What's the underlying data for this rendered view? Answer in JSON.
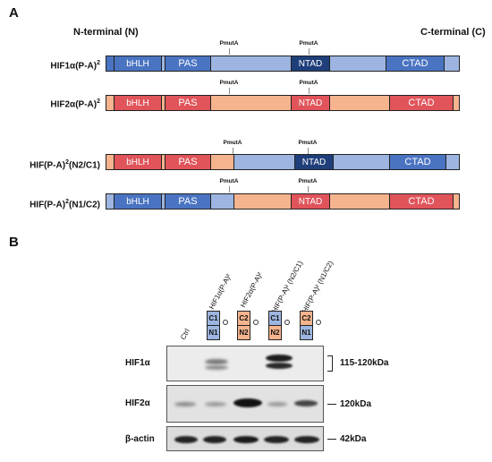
{
  "panel_a": {
    "letter": "A",
    "n_terminal": "N-terminal (N)",
    "c_terminal": "C-terminal (C)",
    "mutation_label": "PmutA",
    "constructs": [
      {
        "label_main": "HIF1α(P-A)",
        "label_sup": "2",
        "label_tail": "",
        "domains": [
          "bHLH",
          "PAS",
          "NTAD",
          "CTAD"
        ]
      },
      {
        "label_main": "HIF2α(P-A)",
        "label_sup": "2",
        "label_tail": "",
        "domains": [
          "bHLH",
          "PAS",
          "NTAD",
          "CTAD"
        ]
      },
      {
        "label_main": "HIF(P-A)",
        "label_sup": "2",
        "label_tail": "(N2/C1)",
        "domains": [
          "bHLH",
          "PAS",
          "NTAD",
          "CTAD"
        ]
      },
      {
        "label_main": "HIF(P-A)",
        "label_sup": "2",
        "label_tail": "(N1/C2)",
        "domains": [
          "bHLH",
          "PAS",
          "NTAD",
          "CTAD"
        ]
      }
    ],
    "colors": {
      "hif1_light": "#9db5e0",
      "hif1_dark": "#4a74c2",
      "hif1_ntad": "#1f3f7a",
      "hif2_light": "#f6b48e",
      "hif2_dark": "#e0545a"
    }
  },
  "panel_b": {
    "letter": "B",
    "lanes": [
      "Ctrl",
      "HIF1α(P-A)²",
      "HIF2α(P-A)²",
      "HIF(P-A)² (N2/C1)",
      "HIF(P-A)² (N1/C2)"
    ],
    "lane_boxes": [
      null,
      {
        "top": "C1",
        "bottom": "N1"
      },
      {
        "top": "C2",
        "bottom": "N2"
      },
      {
        "top": "C1",
        "bottom": "N2"
      },
      {
        "top": "C2",
        "bottom": "N1"
      }
    ],
    "blots": [
      {
        "name": "HIF1α",
        "size": "115-120kDa"
      },
      {
        "name": "HIF2α",
        "size": "120kDa"
      },
      {
        "name": "β-actin",
        "size": "42kDa"
      }
    ]
  }
}
